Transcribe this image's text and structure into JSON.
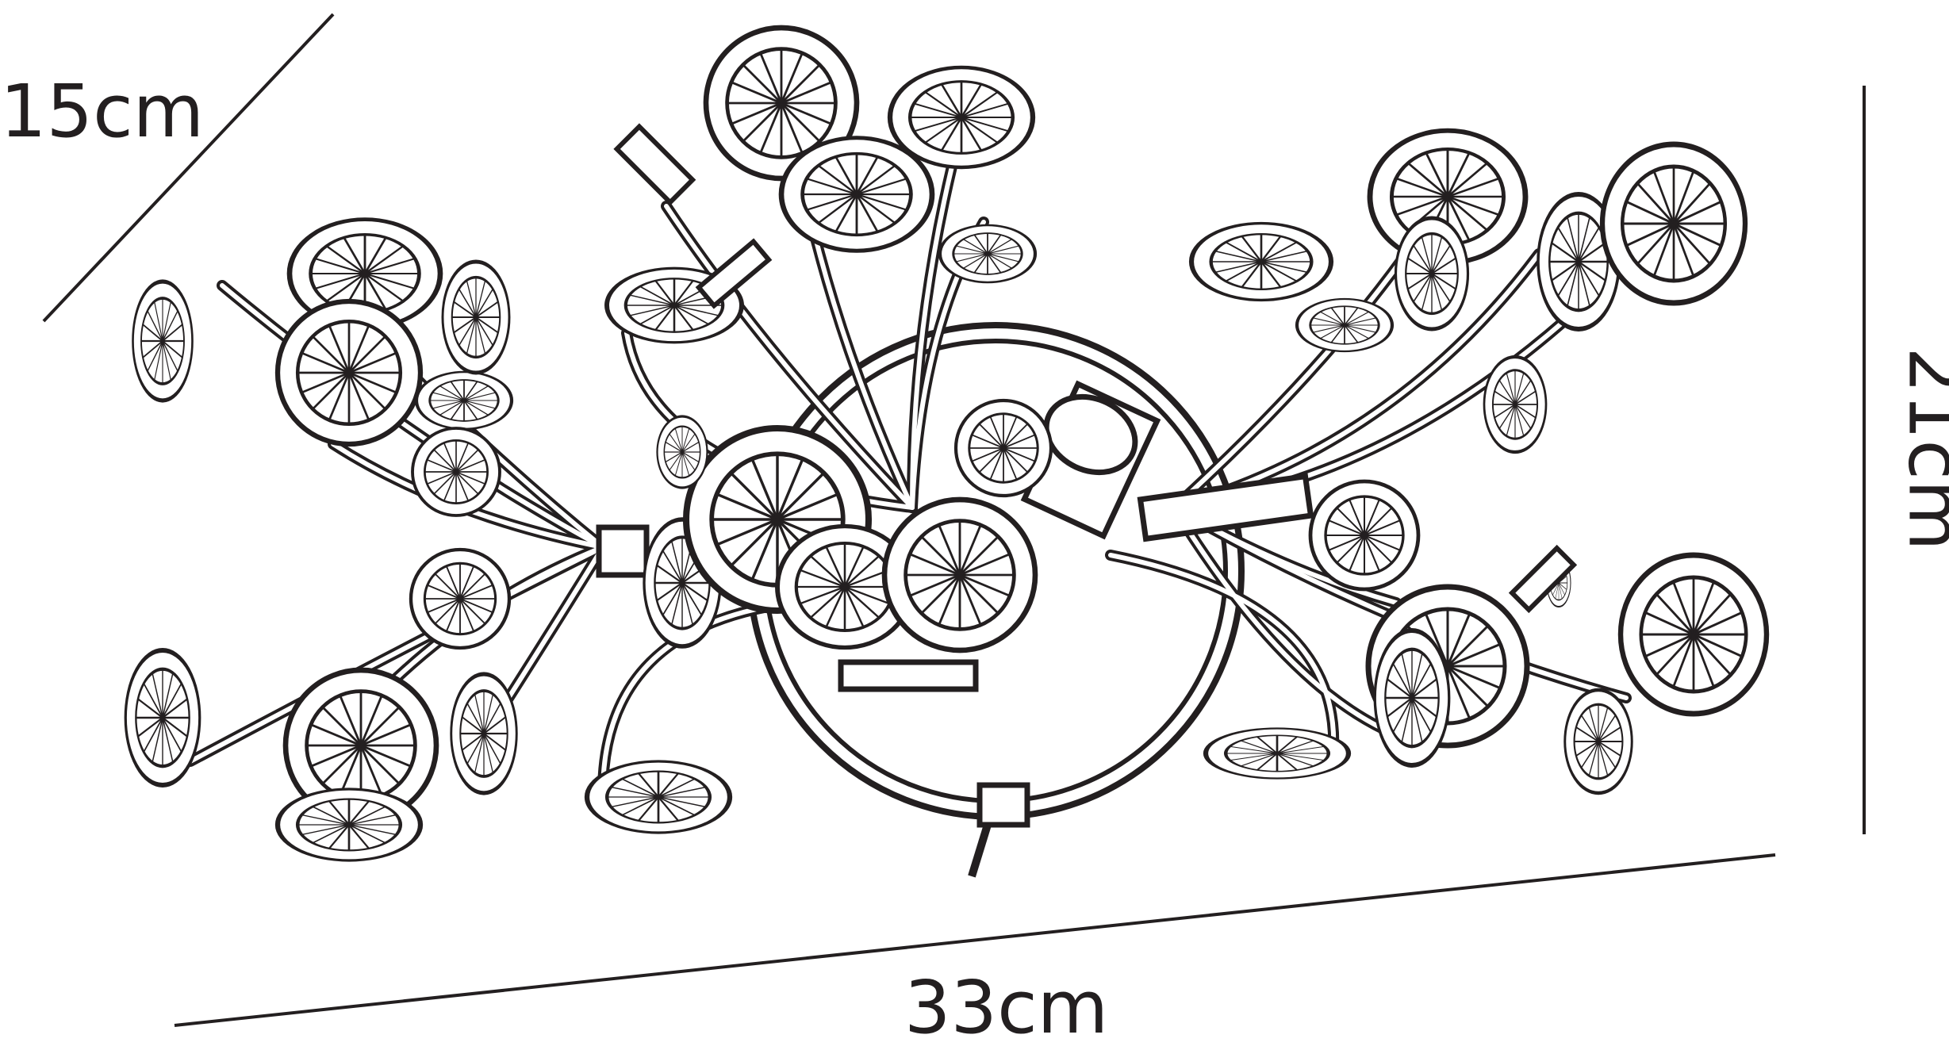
{
  "dimensions": {
    "depth": "15cm",
    "height": "21cm",
    "width": "33cm"
  },
  "colors": {
    "line": "#231f20",
    "background": "#ffffff"
  },
  "icons": {
    "fixture": "ceiling-light-fixture-illustration",
    "shade": "faceted-crystal-shade"
  }
}
